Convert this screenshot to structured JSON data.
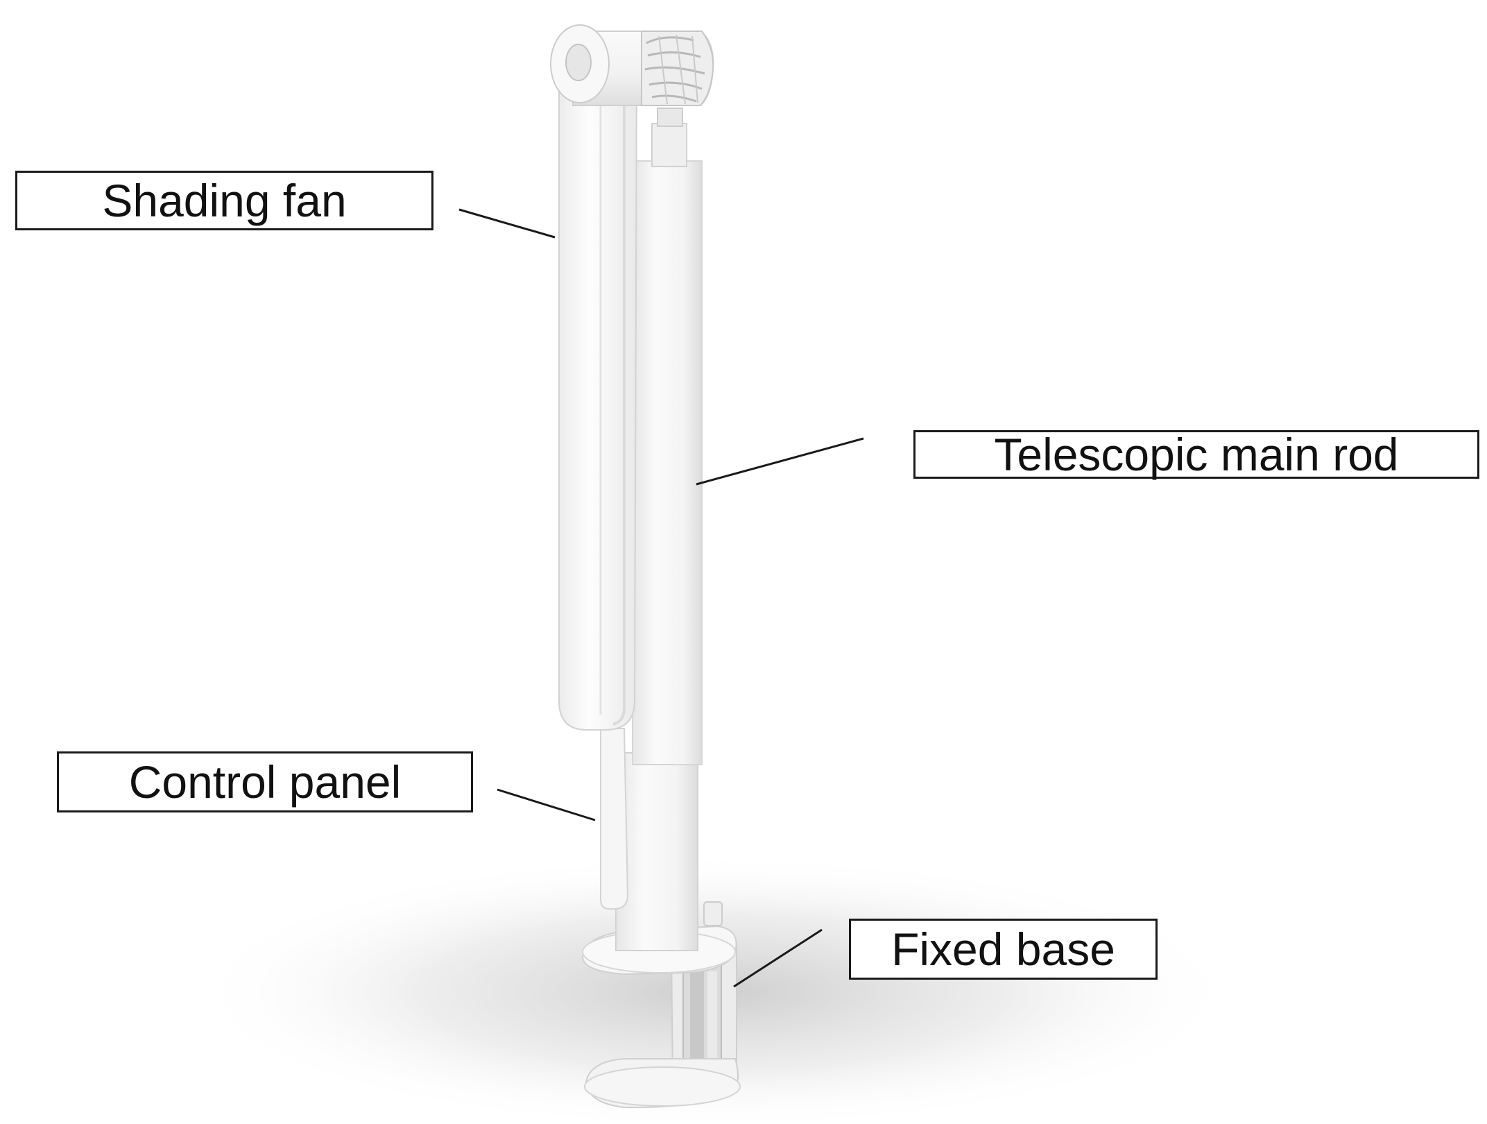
{
  "figure": {
    "subject": "desk-clamp telescopic fan with folded shading fan",
    "background_color": "#ffffff",
    "device_color": "#f4f4f4",
    "line_color": "#1a1a1a"
  },
  "labels": {
    "shading_fan": "Shading fan",
    "telescopic_main_rod": "Telescopic main rod",
    "control_panel": "Control panel",
    "fixed_base": "Fixed base"
  }
}
